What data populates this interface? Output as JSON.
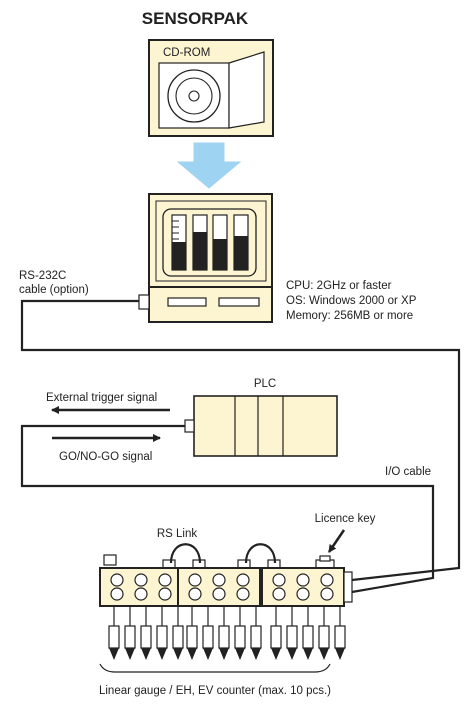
{
  "title": "SENSORPAK",
  "cdrom_label": "CD-ROM",
  "pc_specs": {
    "cpu": "CPU: 2GHz or faster",
    "os": "OS: Windows 2000 or XP",
    "memory": "Memory: 256MB or more"
  },
  "rs232c_line1": "RS-232C",
  "rs232c_line2": "cable (option)",
  "plc_label": "PLC",
  "external_trigger": "External trigger signal",
  "go_nogo": "GO/NO-GO signal",
  "io_cable": "I/O cable",
  "rs_link": "RS Link",
  "licence_key": "Licence key",
  "bottom_caption": "Linear gauge / EH, EV counter (max. 10 pcs.)",
  "colors": {
    "panel": "#fdf4d2",
    "arrow": "#9fd3f2",
    "line": "#222222"
  }
}
